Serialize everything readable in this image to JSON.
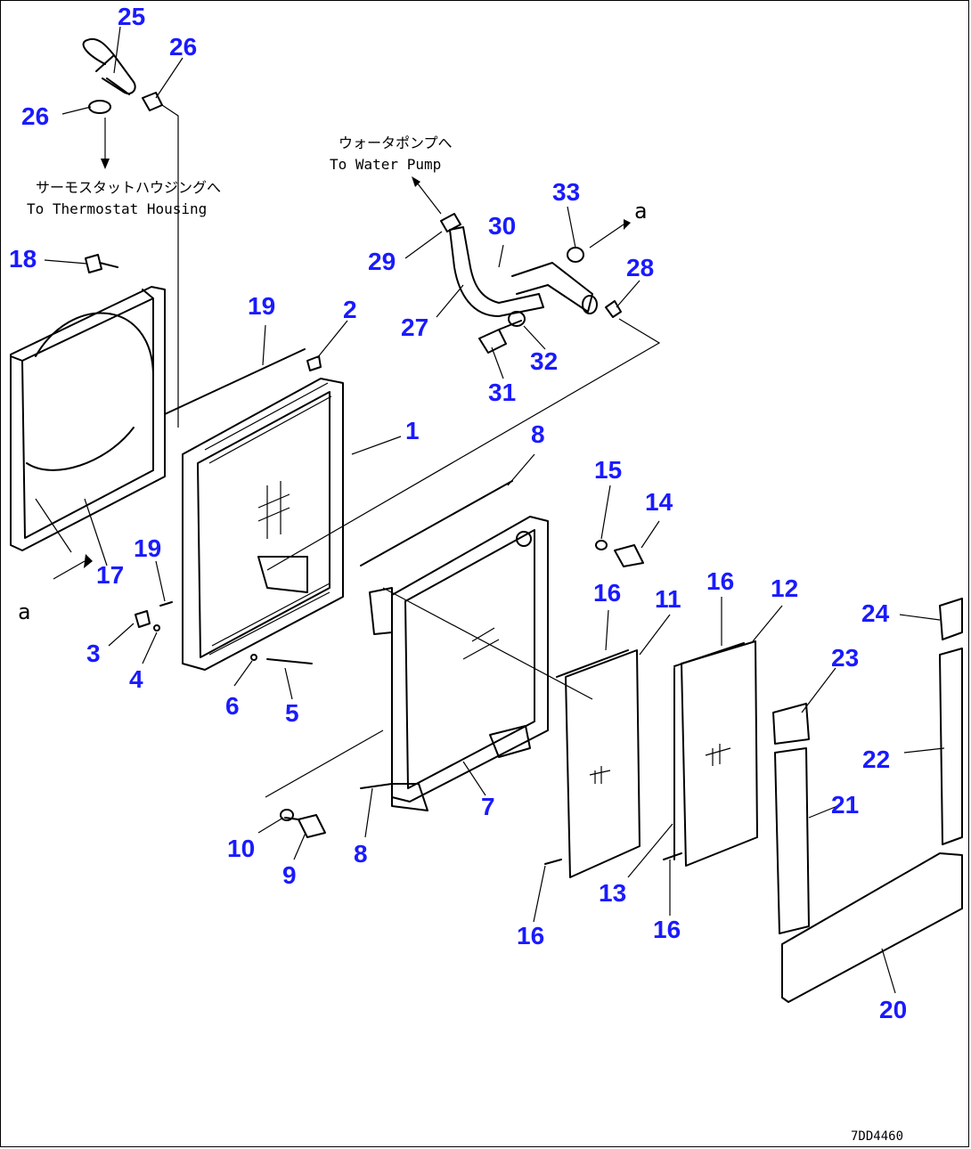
{
  "annotations": {
    "to_thermostat_jp": "サーモスタットハウジングへ",
    "to_thermostat_en": "To Thermostat Housing",
    "to_water_pump_jp": "ウォータポンプへ",
    "to_water_pump_en": "To Water Pump",
    "ref_a_top": "a",
    "ref_a_left": "a"
  },
  "drawing_number": "7DD4460",
  "callouts": [
    {
      "n": "1"
    },
    {
      "n": "2"
    },
    {
      "n": "3"
    },
    {
      "n": "4"
    },
    {
      "n": "5"
    },
    {
      "n": "6"
    },
    {
      "n": "7"
    },
    {
      "n": "8"
    },
    {
      "n": "8"
    },
    {
      "n": "9"
    },
    {
      "n": "10"
    },
    {
      "n": "11"
    },
    {
      "n": "12"
    },
    {
      "n": "13"
    },
    {
      "n": "14"
    },
    {
      "n": "15"
    },
    {
      "n": "16"
    },
    {
      "n": "16"
    },
    {
      "n": "16"
    },
    {
      "n": "16"
    },
    {
      "n": "17"
    },
    {
      "n": "18"
    },
    {
      "n": "19"
    },
    {
      "n": "19"
    },
    {
      "n": "20"
    },
    {
      "n": "21"
    },
    {
      "n": "22"
    },
    {
      "n": "23"
    },
    {
      "n": "24"
    },
    {
      "n": "25"
    },
    {
      "n": "26"
    },
    {
      "n": "26"
    },
    {
      "n": "27"
    },
    {
      "n": "28"
    },
    {
      "n": "29"
    },
    {
      "n": "30"
    },
    {
      "n": "31"
    },
    {
      "n": "32"
    },
    {
      "n": "33"
    }
  ]
}
